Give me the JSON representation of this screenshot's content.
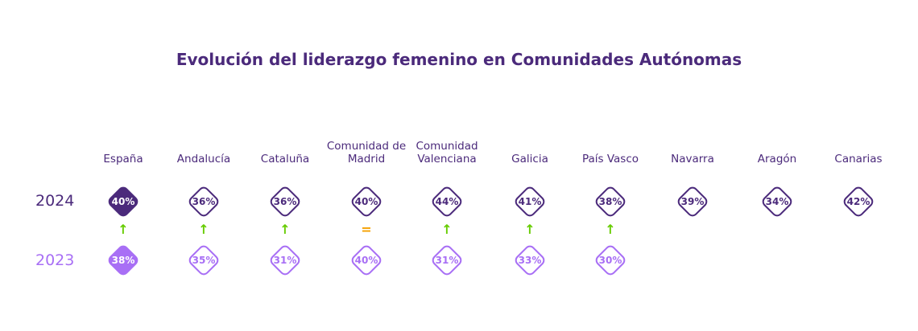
{
  "chart_data": {
    "type": "table",
    "title": "Evolución del liderazgo femenino en Comunidades Autónomas",
    "row_labels": [
      "2024",
      "2023"
    ],
    "regions": [
      {
        "name": "España",
        "v2024": "40%",
        "v2023": "38%",
        "change": "up",
        "highlight": true
      },
      {
        "name": "Andalucía",
        "v2024": "36%",
        "v2023": "35%",
        "change": "up"
      },
      {
        "name": "Cataluña",
        "v2024": "36%",
        "v2023": "31%",
        "change": "up"
      },
      {
        "name": "Comunidad de Madrid",
        "v2024": "40%",
        "v2023": "40%",
        "change": "equal"
      },
      {
        "name": "Comunidad Valenciana",
        "v2024": "44%",
        "v2023": "31%",
        "change": "up"
      },
      {
        "name": "Galicia",
        "v2024": "41%",
        "v2023": "33%",
        "change": "up"
      },
      {
        "name": "País Vasco",
        "v2024": "38%",
        "v2023": "30%",
        "change": "up"
      },
      {
        "name": "Navarra",
        "v2024": "39%",
        "v2023": null,
        "change": null
      },
      {
        "name": "Aragón",
        "v2024": "34%",
        "v2023": null,
        "change": null
      },
      {
        "name": "Canarias",
        "v2024": "42%",
        "v2023": null,
        "change": null
      }
    ],
    "colors": {
      "y2024": "#4b2a7b",
      "y2023": "#a86ff5",
      "up": "#66cc00",
      "equal": "#f5a000"
    }
  }
}
